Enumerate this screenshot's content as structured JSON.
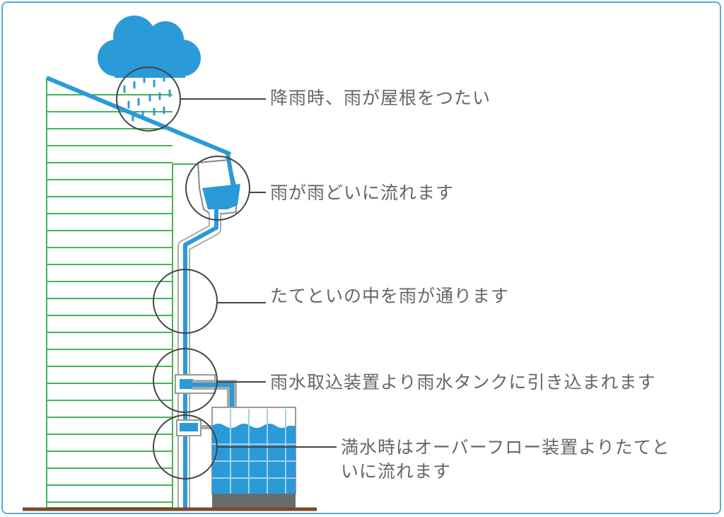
{
  "colors": {
    "water": "#2b9ad8",
    "roof": "#2b9ad8",
    "siding": "#47b35a",
    "outline": "#444444",
    "text": "#666666",
    "ground": "#7a4a2a",
    "tank_base": "#6b6b6b",
    "frame": "#5aa9dc"
  },
  "icons": [
    "rain-cloud-icon"
  ],
  "steps": [
    {
      "text": "降雨時、雨が屋根をつたい"
    },
    {
      "text": "雨が雨どいに流れます"
    },
    {
      "text": "たてといの中を雨が通ります"
    },
    {
      "text": "雨水取込装置より雨水タンクに引き込まれます"
    },
    {
      "text_line1": "満水時はオーバーフロー装置よりたてと",
      "text_line2": "いに流れます"
    }
  ]
}
